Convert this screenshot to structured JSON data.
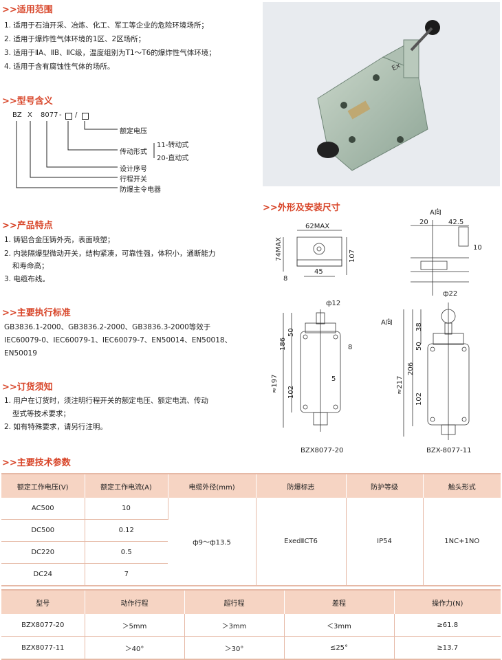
{
  "application": {
    "heading": ">>适用范围",
    "items": [
      "1. 适用于石油开采、冶炼、化工、军工等企业的危险环境场所；",
      "2. 适用于爆炸性气体环境的1区、2区场所；",
      "3. 适用于ⅡA、ⅡB、ⅡC级，温度组别为T1～T6的爆炸性气体环境；",
      "4. 适用于含有腐蚀性气体的场所。"
    ]
  },
  "model": {
    "heading": ">>型号含义",
    "code_prefix": "BZ",
    "code_x": "X",
    "code_num": "8077",
    "code_dash": "-",
    "code_slash": "/",
    "labels": {
      "rated_voltage": "额定电压",
      "drive_form": "传动形式",
      "opt1": "11-转动式",
      "opt2": "20-直动式",
      "design_no": "设计序号",
      "travel_switch": "行程开关",
      "explosion_relay": "防爆主令电器"
    }
  },
  "features": {
    "heading": ">>产品特点",
    "items": [
      "1. 铸铝合金压铸外壳，表面喷塑；",
      "2. 内装隔爆型微动开关，结构紧凑，可靠性强，体积小，通断能力",
      "和寿命高；",
      "3. 电缆布线。"
    ]
  },
  "standards": {
    "heading": ">>主要执行标准",
    "lines": [
      "GB3836.1-2000、GB3836.2-2000、GB3836.3-2000等效于",
      "IEC60079-0、IEC60079-1、IEC60079-7、EN50014、EN50018、",
      "EN50019"
    ]
  },
  "ordering": {
    "heading": ">>订货须知",
    "items": [
      "1. 用户在订货时，须注明行程开关的额定电压、额定电流、传动",
      "型式等技术要求；",
      "2. 如有特殊要求，请另行注明。"
    ]
  },
  "drawing": {
    "heading": ">>外形及安装尺寸",
    "dims": {
      "d62max": "62MAX",
      "d74max": "74MAX",
      "d107": "107",
      "d45": "45",
      "d8a": "8",
      "a_view": "A向",
      "d20": "20",
      "d42_5": "42.5",
      "d10": "10",
      "phi12": "ф12",
      "phi22": "ф22",
      "a_label": "A向",
      "d50a": "50",
      "d186": "186",
      "d197": "≈197",
      "d102a": "102",
      "d8b": "8",
      "d5": "5",
      "d38": "38",
      "d50b": "50",
      "d206": "206",
      "d217": "≈217",
      "d102b": "102"
    },
    "caption1": "BZX8077-20",
    "caption2": "BZX-8077-11"
  },
  "specs": {
    "heading": ">>主要技术参数",
    "table1": {
      "headers": [
        "额定工作电压(V)",
        "额定工作电流(A)",
        "电缆外径(mm)",
        "防爆标志",
        "防护等级",
        "触头形式"
      ],
      "voltages": [
        "AC500",
        "DC500",
        "DC220",
        "DC24"
      ],
      "currents": [
        "10",
        "0.12",
        "0.5",
        "7"
      ],
      "cable": "ф9～ф13.5",
      "ex_mark": "ExedⅡCT6",
      "protection": "IP54",
      "contact": "1NC+1NO"
    },
    "table2": {
      "headers": [
        "型号",
        "动作行程",
        "超行程",
        "差程",
        "操作力(N)"
      ],
      "rows": [
        [
          "BZX8077-20",
          "＞5mm",
          "＞3mm",
          "＜3mm",
          "≥61.8"
        ],
        [
          "BZX8077-11",
          "＞40°",
          "＞30°",
          "≤25°",
          "≥13.7"
        ]
      ]
    }
  },
  "colors": {
    "accent": "#d8462a",
    "table_header": "#f6d4c3",
    "table_border": "#e6b9a6"
  }
}
